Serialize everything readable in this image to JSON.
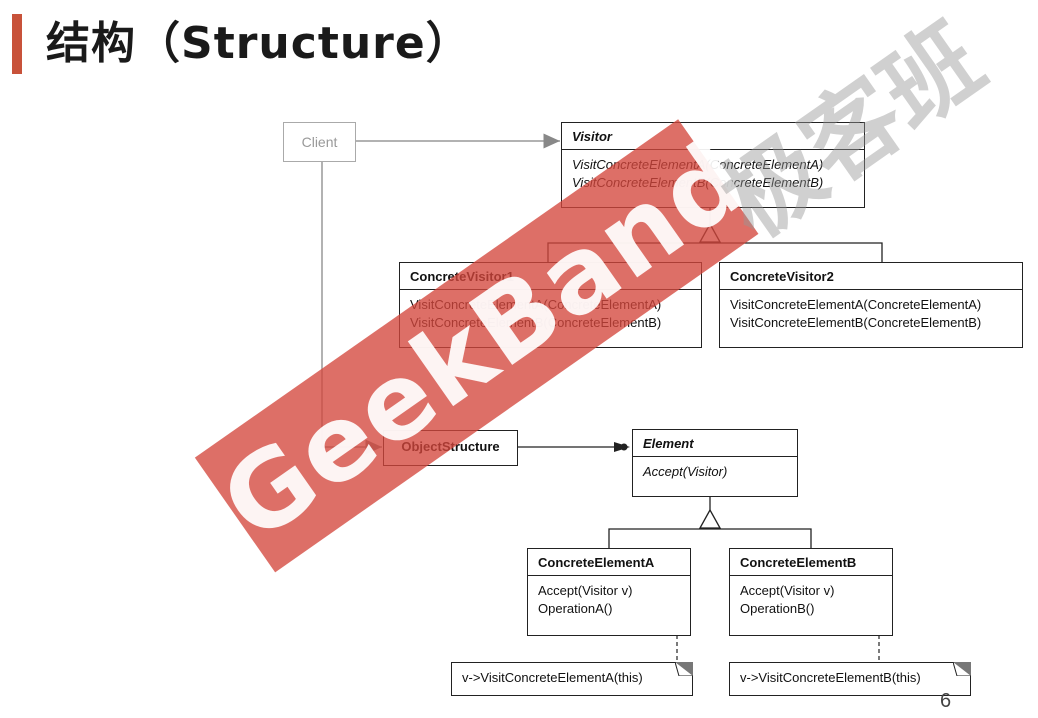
{
  "slide": {
    "title": "结构（Structure）",
    "page_number": "6"
  },
  "watermark": {
    "band_text": "GeekBand",
    "chinese_text": "极客班",
    "color": "#d4463c"
  },
  "diagram": {
    "client": {
      "name": "Client"
    },
    "visitor": {
      "name": "Visitor",
      "ops": [
        "VisitConcreteElementA(ConcreteElementA)",
        "VisitConcreteElementB(ConcreteElementB)"
      ]
    },
    "concrete_visitor_1": {
      "name": "ConcreteVisitor1",
      "ops": [
        "VisitConcreteElementA(ConcreteElementA)",
        "VisitConcreteElementB(ConcreteElementB)"
      ]
    },
    "concrete_visitor_2": {
      "name": "ConcreteVisitor2",
      "ops": [
        "VisitConcreteElementA(ConcreteElementA)",
        "VisitConcreteElementB(ConcreteElementB)"
      ]
    },
    "object_structure": {
      "name": "ObjectStructure"
    },
    "element": {
      "name": "Element",
      "ops": [
        "Accept(Visitor)"
      ]
    },
    "concrete_element_a": {
      "name": "ConcreteElementA",
      "ops": [
        "Accept(Visitor v)",
        "OperationA()"
      ],
      "note": "v->VisitConcreteElementA(this)"
    },
    "concrete_element_b": {
      "name": "ConcreteElementB",
      "ops": [
        "Accept(Visitor v)",
        "OperationB()"
      ],
      "note": "v->VisitConcreteElementB(this)"
    }
  }
}
